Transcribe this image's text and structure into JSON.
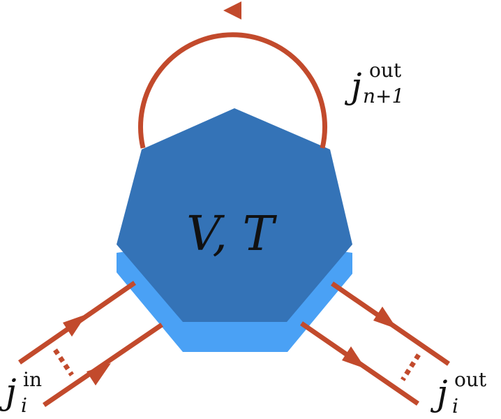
{
  "diagram": {
    "vertex_label": "V, T",
    "loop_label": {
      "base": "j",
      "sup": "out",
      "sub": "n+1"
    },
    "in_label": {
      "base": "j",
      "sup": "in",
      "sub": "i"
    },
    "out_label": {
      "base": "j",
      "sup": "out",
      "sub": "i"
    }
  },
  "colors": {
    "line": "#c24a2c",
    "vertex_top": "#3473b7",
    "vertex_side": "#4aa1f5",
    "text": "#111111"
  }
}
